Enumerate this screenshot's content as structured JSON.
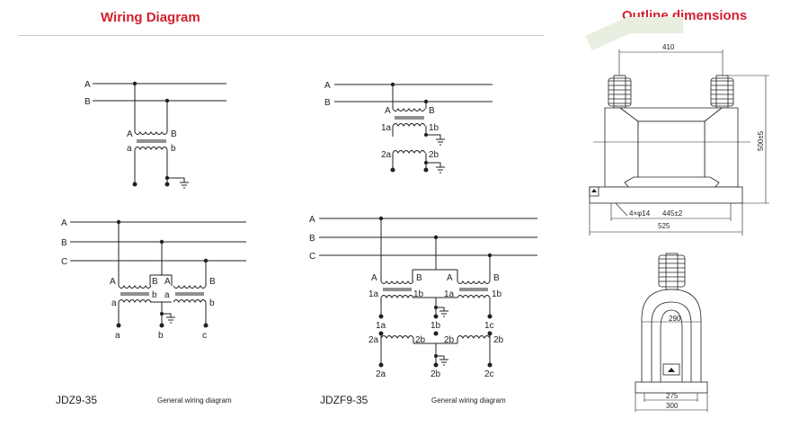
{
  "header": {
    "wiring_title": "Wiring Diagram",
    "outline_title": "Outline dimensions"
  },
  "colors": {
    "title_red": "#d2202f",
    "line": "#231f20",
    "divider": "#c8c8c8",
    "outline_fill": "#ffffff"
  },
  "captions": {
    "jdz_model": "JDZ9-35",
    "jdz_note": "General wiring diagram",
    "jdzf_model": "JDZF9-35",
    "jdzf_note": "General wiring diagram"
  },
  "diagram1": {
    "lines": [
      "A",
      "B"
    ],
    "primary": [
      "A",
      "B"
    ],
    "secondary": [
      "a",
      "b"
    ]
  },
  "diagram2": {
    "lines": [
      "A",
      "B"
    ],
    "primary": [
      "A",
      "B"
    ],
    "sec1": [
      "1a",
      "1b"
    ],
    "sec2": [
      "2a",
      "2b"
    ]
  },
  "diagram3": {
    "lines": [
      "A",
      "B",
      "C"
    ],
    "t1_primary": [
      "A",
      "B"
    ],
    "t1_secondary": [
      "a",
      "b"
    ],
    "t2_primary": [
      "A",
      "B"
    ],
    "t2_secondary": [
      "a",
      "b"
    ],
    "outputs": [
      "a",
      "b",
      "c"
    ]
  },
  "diagram4": {
    "lines": [
      "A",
      "B",
      "C"
    ],
    "t1_primary": [
      "A",
      "B"
    ],
    "t1_sec1": [
      "1a",
      "1b"
    ],
    "t2_primary": [
      "A",
      "B"
    ],
    "t2_sec1": [
      "1a",
      "1b"
    ],
    "mid_top": [
      "1a",
      "1b",
      "1c"
    ],
    "sec2": [
      "2a",
      "2b",
      "2b",
      "2b"
    ],
    "outputs": [
      "2a",
      "2b",
      "2c"
    ]
  },
  "dimensions": {
    "top_width": "410",
    "height": "500±5",
    "holes": "4×φ14",
    "hole_spacing": "445±2",
    "base_length": "525",
    "side_width_inner": "290",
    "side_base_inner": "275",
    "side_base_outer": "300"
  }
}
